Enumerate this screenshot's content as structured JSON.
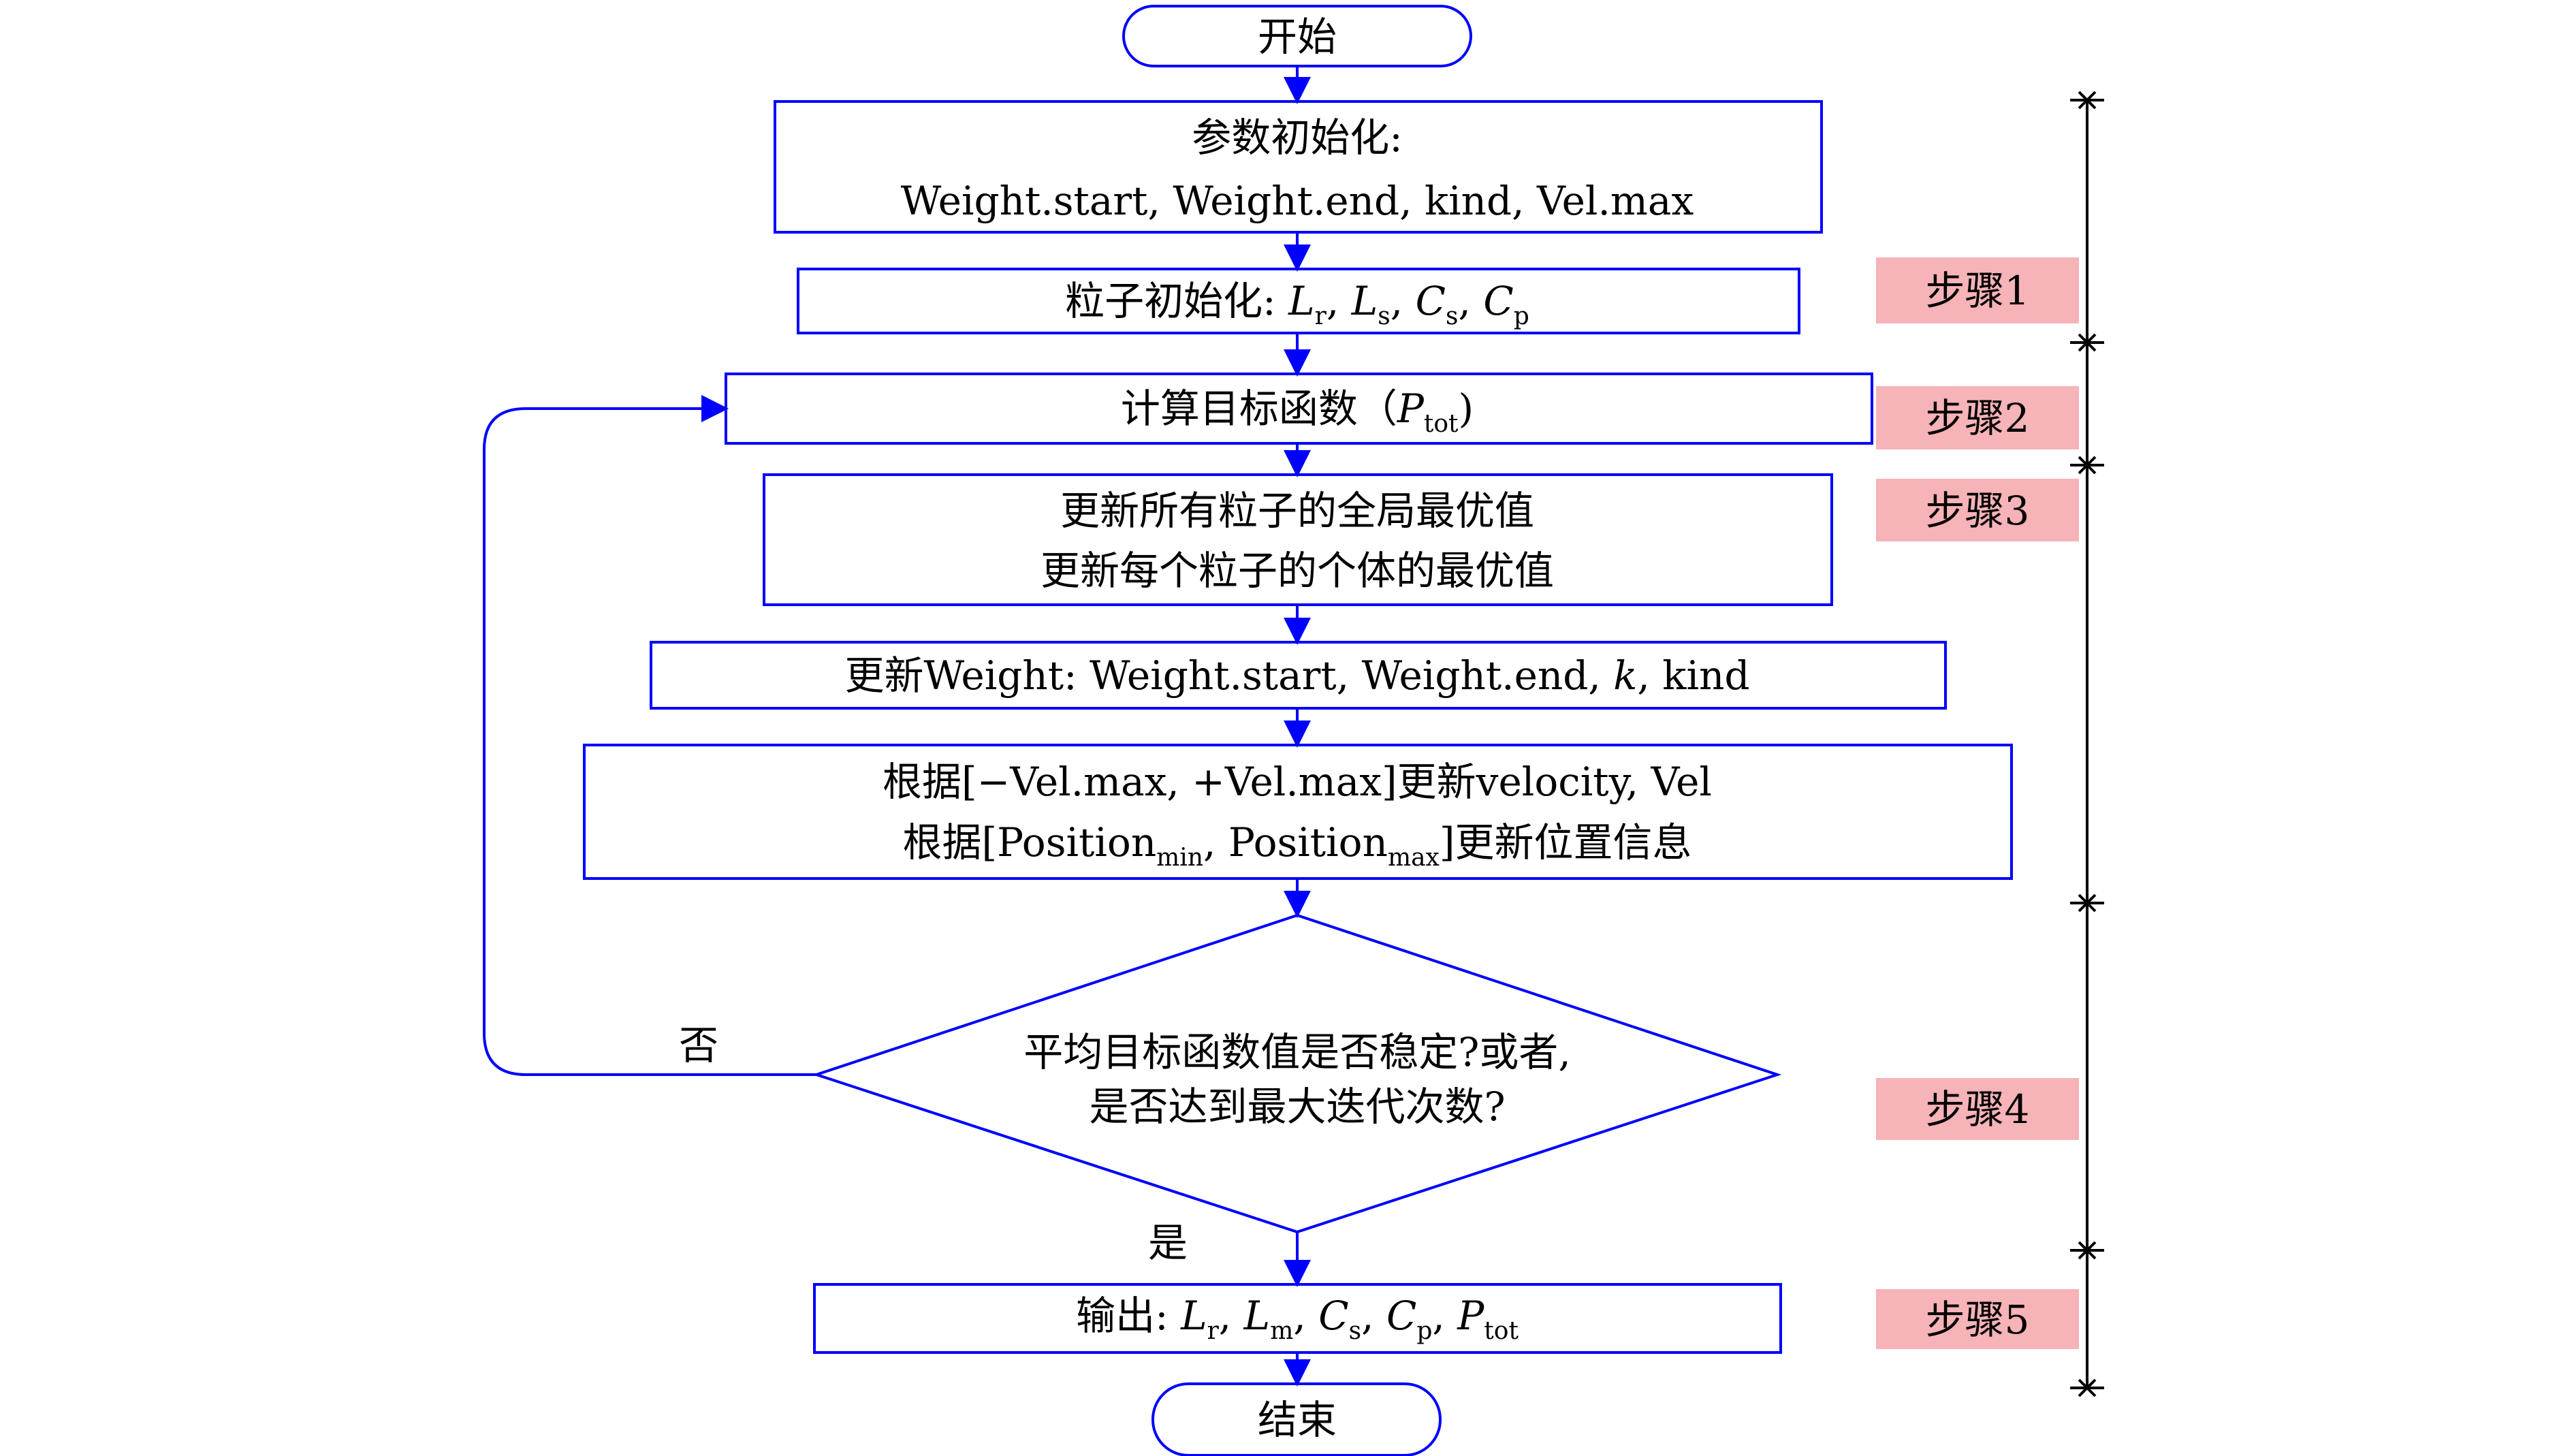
{
  "nodes": {
    "start": "开始",
    "param_init_title": "参数初始化:",
    "param_init_vars": "Weight.start, Weight.end, kind, Vel.max",
    "particle_init": {
      "prefix": "粒子初始化: ",
      "v1": "L",
      "v1_sub": "r",
      "v2": "L",
      "v2_sub": "s",
      "v3": "C",
      "v3_sub": "s",
      "v4": "C",
      "v4_sub": "p"
    },
    "compute_obj": {
      "prefix": "计算目标函数（",
      "var": "P",
      "var_sub": "tot",
      "suffix": ")"
    },
    "update_best_line1": "更新所有粒子的全局最优值",
    "update_best_line2": "更新每个粒子的个体的最优值",
    "update_weight": {
      "prefix": "更新Weight: Weight.start, Weight.end, ",
      "var": "k",
      "suffix": ", kind"
    },
    "update_vel_line1": "根据[−Vel.max, +Vel.max]更新velocity, Vel",
    "update_pos": {
      "prefix": "根据[Position",
      "sub1": "min",
      "mid": ", Position",
      "sub2": "max",
      "suffix": "]更新位置信息"
    },
    "decision_line1": "平均目标函数值是否稳定?或者,",
    "decision_line2": "是否达到最大迭代次数?",
    "output": {
      "prefix": "输出: ",
      "v1": "L",
      "v1_sub": "r",
      "v2": "L",
      "v2_sub": "m",
      "v3": "C",
      "v3_sub": "s",
      "v4": "C",
      "v4_sub": "p",
      "v5": "P",
      "v5_sub": "tot"
    },
    "end": "结束"
  },
  "edge_labels": {
    "no": "否",
    "yes": "是"
  },
  "steps": [
    "步骤1",
    "步骤2",
    "步骤3",
    "步骤4",
    "步骤5"
  ],
  "colors": {
    "flow": "#0000ff",
    "step_fill": "#f6b3b8",
    "bracket": "#000000",
    "text": "#000000"
  }
}
